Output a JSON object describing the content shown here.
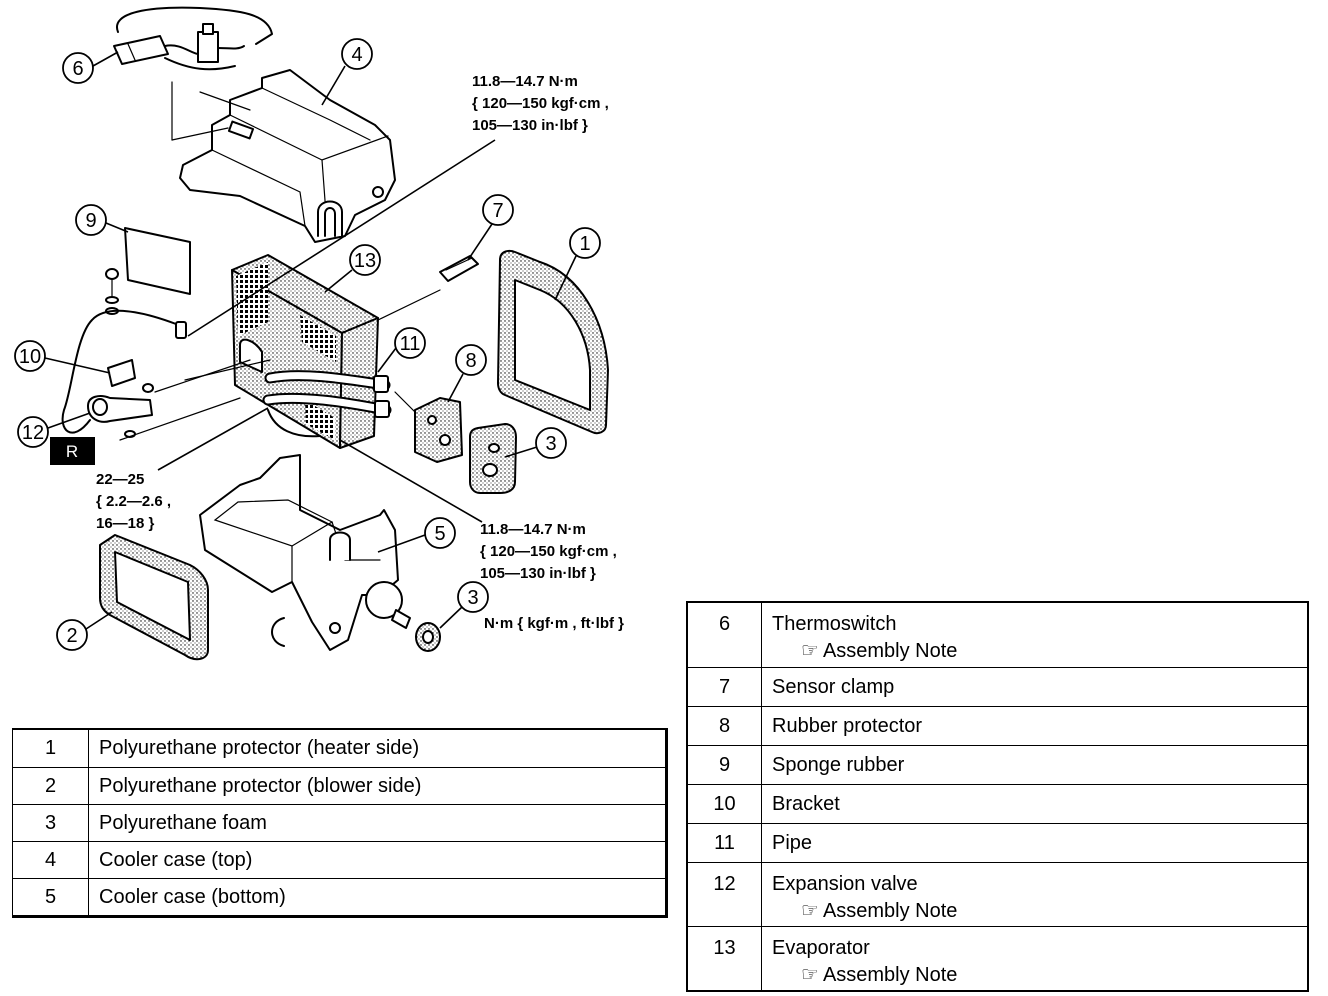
{
  "callouts": [
    "6",
    "4",
    "9",
    "7",
    "1",
    "13",
    "10",
    "11",
    "8",
    "12",
    "3",
    "5",
    "3",
    "2"
  ],
  "specs": {
    "torque_top": [
      "11.8—14.7 N·m",
      "{ 120—150 kgf·cm ,",
      "105—130 in·lbf }"
    ],
    "torque_valve": [
      "22—25",
      "{ 2.2—2.6 ,",
      "16—18 }"
    ],
    "torque_mid": [
      "11.8—14.7 N·m",
      "{ 120—150 kgf·cm ,",
      "105—130 in·lbf }"
    ],
    "unit_legend": "N·m { kgf·m , ft·lbf }"
  },
  "badge": "R",
  "icons": {
    "note_icon": "pointing-hand-icon"
  },
  "parts_table_left": {
    "rows": [
      {
        "no": "1",
        "name": "Polyurethane protector (heater side)"
      },
      {
        "no": "2",
        "name": "Polyurethane protector (blower side)"
      },
      {
        "no": "3",
        "name": "Polyurethane foam"
      },
      {
        "no": "4",
        "name": "Cooler case (top)"
      },
      {
        "no": "5",
        "name": "Cooler case (bottom)"
      }
    ]
  },
  "parts_table_right": {
    "rows": [
      {
        "no": "6",
        "name": "Thermoswitch",
        "note": "Assembly Note"
      },
      {
        "no": "7",
        "name": "Sensor clamp"
      },
      {
        "no": "8",
        "name": "Rubber protector"
      },
      {
        "no": "9",
        "name": "Sponge rubber"
      },
      {
        "no": "10",
        "name": "Bracket"
      },
      {
        "no": "11",
        "name": "Pipe"
      },
      {
        "no": "12",
        "name": "Expansion valve",
        "note": "Assembly Note"
      },
      {
        "no": "13",
        "name": "Evaporator",
        "note": "Assembly Note"
      }
    ]
  }
}
